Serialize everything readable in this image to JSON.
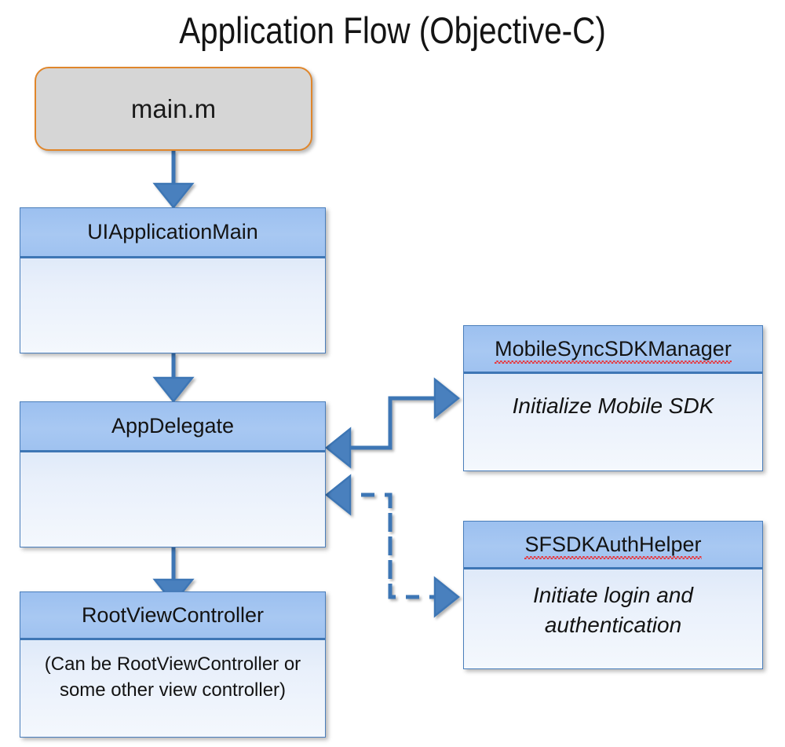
{
  "title": "Application Flow (Objective-C)",
  "colors": {
    "start_border": "#E0862B",
    "start_fill": "#D6D6D6",
    "node_border": "#4A7EBB",
    "node_header": "#9FC2F0",
    "connector": "#3E76B5",
    "spellcheck": "#E8353B",
    "text": "#131313",
    "background": "#FFFFFF"
  },
  "nodes": {
    "main_m": {
      "title": "main.m",
      "body": ""
    },
    "uiapplicationmain": {
      "title": "UIApplicationMain",
      "body": ""
    },
    "appdelegate": {
      "title": "AppDelegate",
      "body": ""
    },
    "rootviewcontroller": {
      "title": "RootViewController",
      "body": "(Can be RootViewController or some other view controller)"
    },
    "mobilesyncsdkmanager": {
      "title": "MobileSyncSDKManager",
      "body": "Initialize Mobile SDK"
    },
    "sfsdkauthhelper": {
      "title": "SFSDKAuthHelper",
      "body": "Initiate login and authentication"
    }
  },
  "connectors": [
    {
      "name": "main-to-uiapplicationmain",
      "style": "solid",
      "from": "main.m",
      "to": "UIApplicationMain"
    },
    {
      "name": "uiapplicationmain-to-appdelegate",
      "style": "solid",
      "from": "UIApplicationMain",
      "to": "AppDelegate"
    },
    {
      "name": "appdelegate-to-mobilesyncsdkmanager",
      "style": "solid",
      "from": "AppDelegate",
      "to": "MobileSyncSDKManager"
    },
    {
      "name": "mobilesyncsdkmanager-to-appdelegate",
      "style": "solid",
      "from": "MobileSyncSDKManager",
      "to": "AppDelegate"
    },
    {
      "name": "appdelegate-to-sfsdkauthhelper",
      "style": "dashed",
      "from": "AppDelegate",
      "to": "SFSDKAuthHelper"
    },
    {
      "name": "sfsdkauthhelper-to-appdelegate",
      "style": "dashed",
      "from": "SFSDKAuthHelper",
      "to": "AppDelegate"
    },
    {
      "name": "appdelegate-to-rootviewcontroller",
      "style": "solid",
      "from": "AppDelegate",
      "to": "RootViewController"
    }
  ]
}
